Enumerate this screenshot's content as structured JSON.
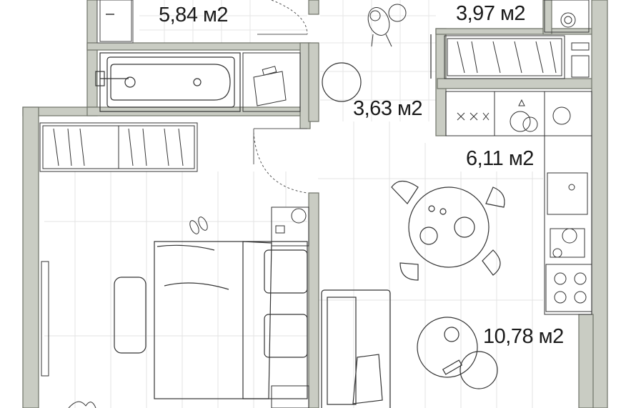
{
  "rooms": [
    {
      "id": "bathroom",
      "area": "5,84 м2"
    },
    {
      "id": "storage",
      "area": "3,97 м2"
    },
    {
      "id": "hall",
      "area": "3,63 м2"
    },
    {
      "id": "kitchen",
      "area": "6,11 м2"
    },
    {
      "id": "living",
      "area": "10,78 м2"
    }
  ],
  "colors": {
    "wall": "#c9ccc3",
    "wall_stroke": "#6f7268",
    "floor_line": "#dcdcdc",
    "furniture": "#333333",
    "text": "#1a1a1a"
  }
}
